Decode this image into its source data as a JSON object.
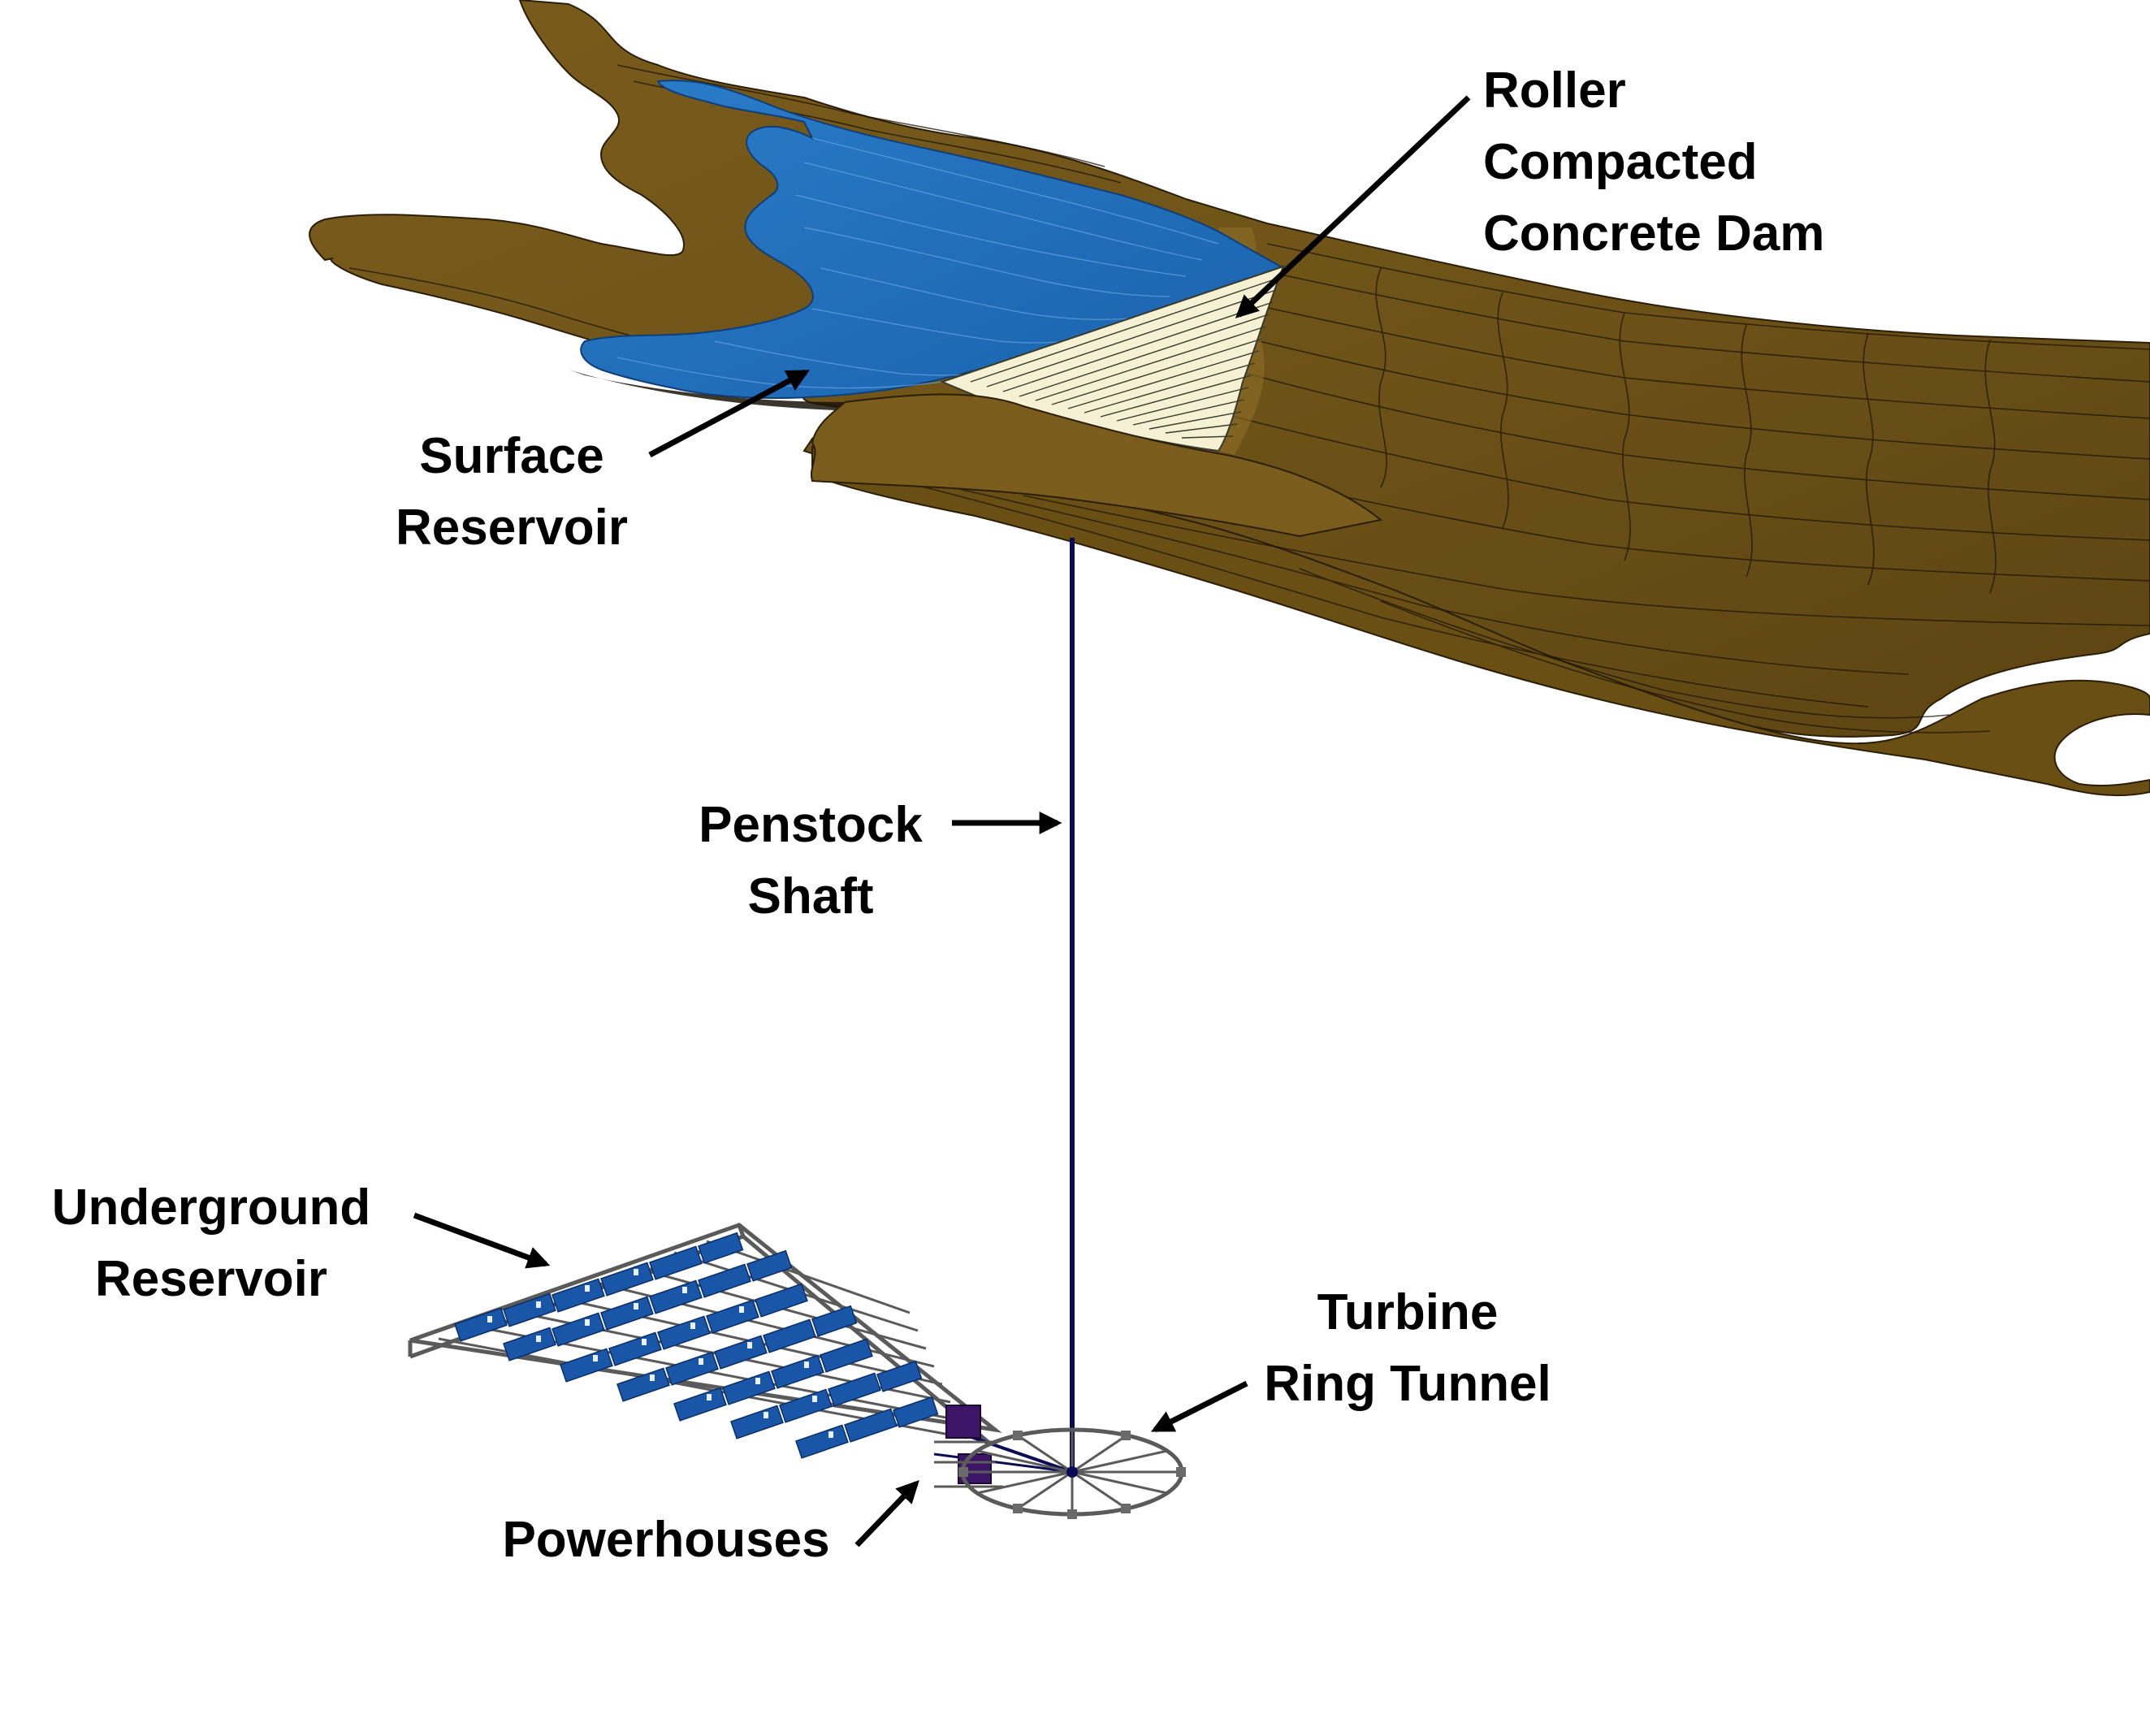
{
  "labels": {
    "dam": {
      "line1": "Roller",
      "line2": "Compacted",
      "line3": "Concrete Dam"
    },
    "surface_reservoir": {
      "line1": "Surface",
      "line2": "Reservoir"
    },
    "penstock": {
      "line1": "Penstock",
      "line2": "Shaft"
    },
    "underground_reservoir": {
      "line1": "Underground",
      "line2": "Reservoir"
    },
    "turbine": {
      "line1": "Turbine",
      "line2": "Ring Tunnel"
    },
    "powerhouses": {
      "line1": "Powerhouses"
    }
  },
  "colors": {
    "terrain": "#6e5318",
    "terrain_light": "#8a6a24",
    "terrain_dark": "#4f3a0e",
    "water": "#1f6fc0",
    "water_light": "#3d8fd8",
    "dam_face": "#f6f1d4",
    "shaft": "#0b0b55",
    "frame": "#5a5a5a",
    "chamber": "#1a56a8",
    "powerhouse": "#3d1566",
    "arrow": "#000000"
  }
}
